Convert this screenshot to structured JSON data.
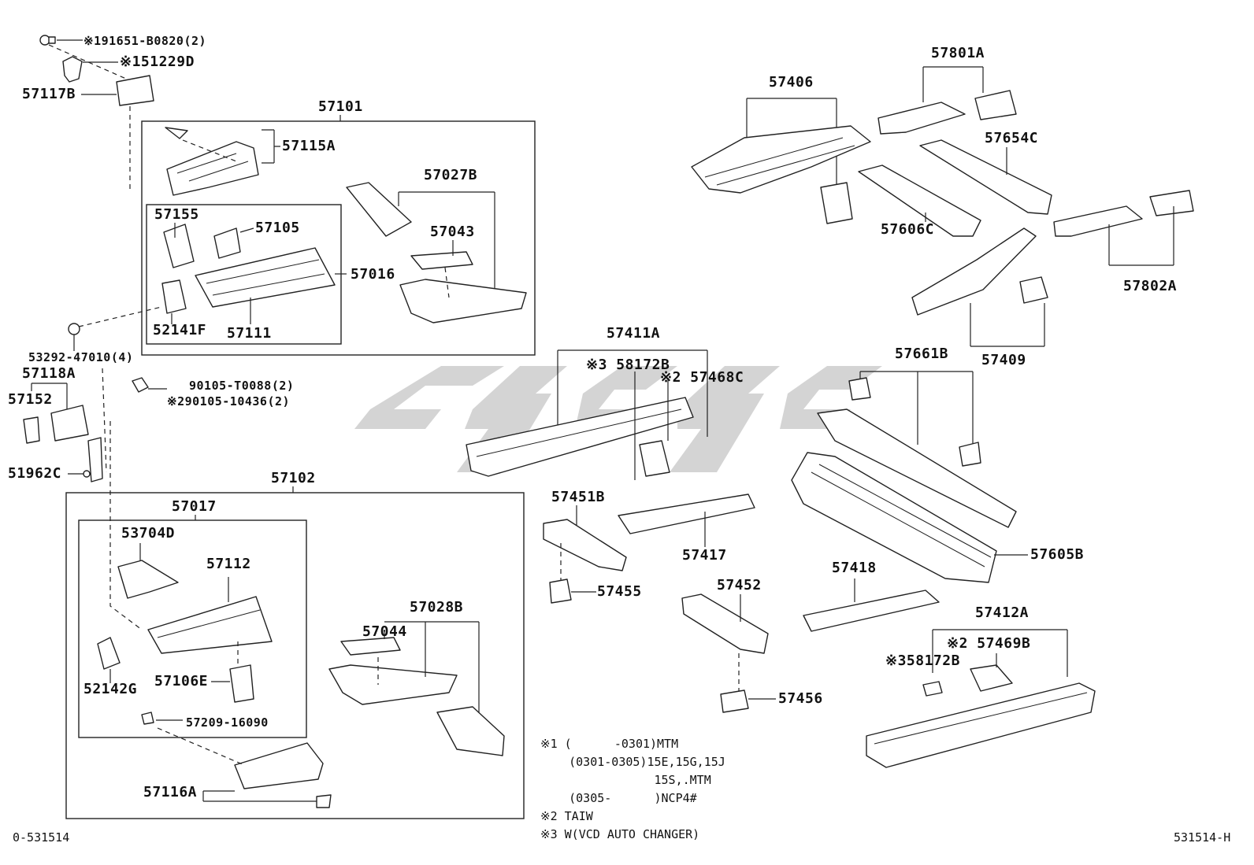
{
  "diagram_id": "0-531514",
  "figure_code": "531514-H",
  "watermark_colors": {
    "mark": "#d4d4d4"
  },
  "labels": {
    "l_191651": "※191651-B0820(2)",
    "l_51229D": "※151229D",
    "l_57117B": "57117B",
    "l_57101": "57101",
    "l_57115A": "57115A",
    "l_57027B": "57027B",
    "l_57155": "57155",
    "l_57105": "57105",
    "l_57043": "57043",
    "l_57016": "57016",
    "l_52141F": "52141F",
    "l_57111": "57111",
    "l_53292": "53292-47010(4)",
    "l_57118A": "57118A",
    "l_90105a": "90105-T0088(2)",
    "l_90105b": "※290105-10436(2)",
    "l_57152": "57152",
    "l_51962C": "51962C",
    "l_57102": "57102",
    "l_57017": "57017",
    "l_53704D": "53704D",
    "l_57112": "57112",
    "l_52142G": "52142G",
    "l_57106E": "57106E",
    "l_57028B": "57028B",
    "l_57044": "57044",
    "l_57209": "57209-16090",
    "l_57116A": "57116A",
    "l_57406": "57406",
    "l_57801A": "57801A",
    "l_57654C": "57654C",
    "l_57606C": "57606C",
    "l_57802A": "57802A",
    "l_57409": "57409",
    "l_57411A": "57411A",
    "l_58172B_1": "※3 58172B",
    "l_57468C": "※2 57468C",
    "l_57661B": "57661B",
    "l_57451B": "57451B",
    "l_57417": "57417",
    "l_57455": "57455",
    "l_57605B": "57605B",
    "l_57418": "57418",
    "l_57452": "57452",
    "l_57412A": "57412A",
    "l_57469B": "※2 57469B",
    "l_58172B_2": "※358172B",
    "l_57456": "57456"
  },
  "notes": {
    "n1": "※1 (      -0301)MTM",
    "n2": "    (0301-0305)15E,15G,15J",
    "n3": "                15S,.MTM",
    "n4": "    (0305-      )NCP4#",
    "n5": "※2 TAIW",
    "n6": "※3 W(VCD AUTO CHANGER)"
  }
}
